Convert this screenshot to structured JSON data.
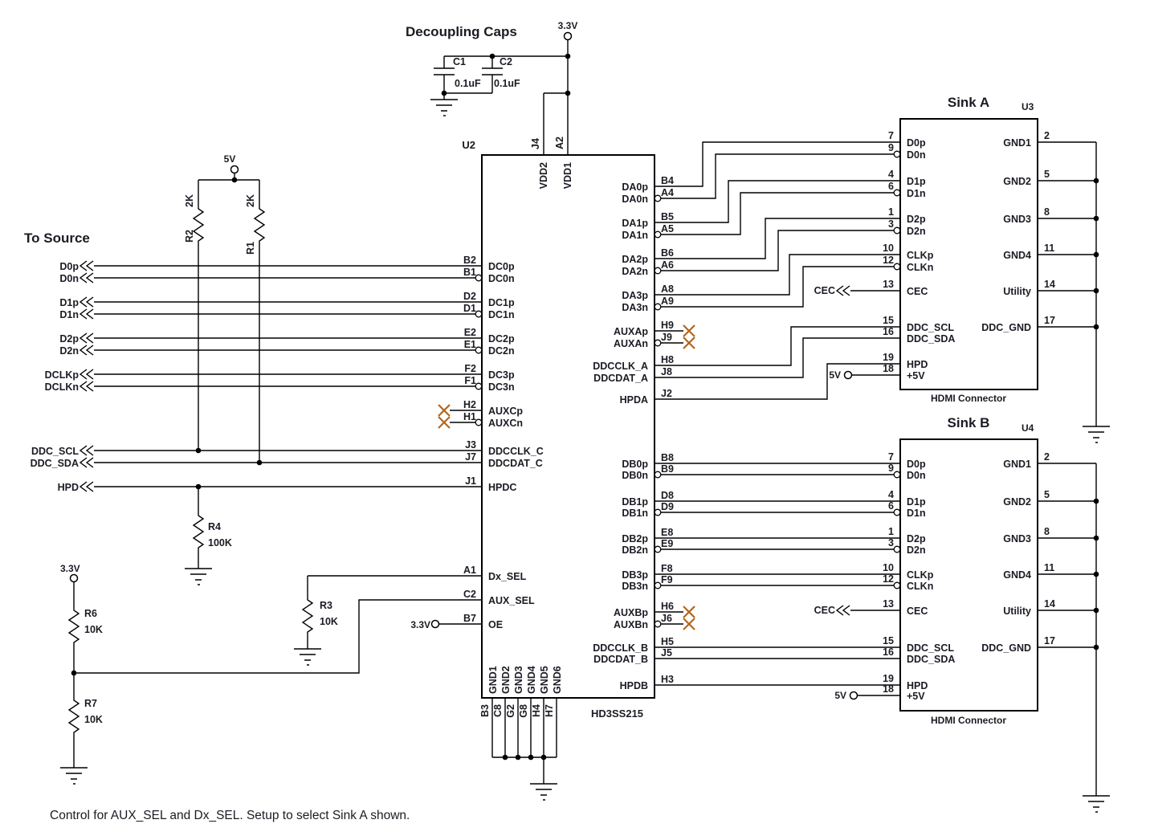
{
  "caption": "Control for AUX_SEL and Dx_SEL. Setup to select Sink A shown.",
  "decoupling": {
    "title": "Decoupling Caps",
    "supply": "3.3V",
    "c1_ref": "C1",
    "c1_value": "0.1uF",
    "c2_ref": "C2",
    "c2_value": "0.1uF"
  },
  "source": {
    "title": "To Source",
    "signals": [
      {
        "name": "D0p"
      },
      {
        "name": "D0n"
      },
      {
        "name": "D1p"
      },
      {
        "name": "D1n"
      },
      {
        "name": "D2p"
      },
      {
        "name": "D2n"
      },
      {
        "name": "DCLKp"
      },
      {
        "name": "DCLKn"
      },
      {
        "name": "DDC_SCL"
      },
      {
        "name": "DDC_SDA"
      },
      {
        "name": "HPD"
      }
    ]
  },
  "pullups": {
    "supply": "5V",
    "r2_ref": "R2",
    "r2_value": "2K",
    "r1_ref": "R1",
    "r1_value": "2K"
  },
  "r4": {
    "ref": "R4",
    "value": "100K"
  },
  "divider": {
    "supply": "3.3V",
    "r6_ref": "R6",
    "r6_value": "10K",
    "r7_ref": "R7",
    "r7_value": "10K"
  },
  "r3": {
    "ref": "R3",
    "value": "10K"
  },
  "oe_supply": "3.3V",
  "u2": {
    "ref": "U2",
    "part": "HD3SS215",
    "top_pins": [
      {
        "pin": "J4",
        "name": "VDD2"
      },
      {
        "pin": "A2",
        "name": "VDD1"
      }
    ],
    "left_pins": [
      {
        "pin": "B2",
        "name": "DC0p"
      },
      {
        "pin": "B1",
        "name": "DC0n"
      },
      {
        "pin": "D2",
        "name": "DC1p"
      },
      {
        "pin": "D1",
        "name": "DC1n"
      },
      {
        "pin": "E2",
        "name": "DC2p"
      },
      {
        "pin": "E1",
        "name": "DC2n"
      },
      {
        "pin": "F2",
        "name": "DC3p"
      },
      {
        "pin": "F1",
        "name": "DC3n"
      },
      {
        "pin": "H2",
        "name": "AUXCp"
      },
      {
        "pin": "H1",
        "name": "AUXCn"
      },
      {
        "pin": "J3",
        "name": "DDCCLK_C"
      },
      {
        "pin": "J7",
        "name": "DDCDAT_C"
      },
      {
        "pin": "J1",
        "name": "HPDC"
      },
      {
        "pin": "A1",
        "name": "Dx_SEL"
      },
      {
        "pin": "C2",
        "name": "AUX_SEL"
      },
      {
        "pin": "B7",
        "name": "OE"
      }
    ],
    "right_pins": [
      {
        "pin": "B4",
        "name": "DA0p"
      },
      {
        "pin": "A4",
        "name": "DA0n"
      },
      {
        "pin": "B5",
        "name": "DA1p"
      },
      {
        "pin": "A5",
        "name": "DA1n"
      },
      {
        "pin": "B6",
        "name": "DA2p"
      },
      {
        "pin": "A6",
        "name": "DA2n"
      },
      {
        "pin": "A8",
        "name": "DA3p"
      },
      {
        "pin": "A9",
        "name": "DA3n"
      },
      {
        "pin": "H9",
        "name": "AUXAp"
      },
      {
        "pin": "J9",
        "name": "AUXAn"
      },
      {
        "pin": "H8",
        "name": "DDCCLK_A"
      },
      {
        "pin": "J8",
        "name": "DDCDAT_A"
      },
      {
        "pin": "J2",
        "name": "HPDA"
      },
      {
        "pin": "B8",
        "name": "DB0p"
      },
      {
        "pin": "B9",
        "name": "DB0n"
      },
      {
        "pin": "D8",
        "name": "DB1p"
      },
      {
        "pin": "D9",
        "name": "DB1n"
      },
      {
        "pin": "E8",
        "name": "DB2p"
      },
      {
        "pin": "E9",
        "name": "DB2n"
      },
      {
        "pin": "F8",
        "name": "DB3p"
      },
      {
        "pin": "F9",
        "name": "DB3n"
      },
      {
        "pin": "H6",
        "name": "AUXBp"
      },
      {
        "pin": "J6",
        "name": "AUXBn"
      },
      {
        "pin": "H5",
        "name": "DDCCLK_B"
      },
      {
        "pin": "J5",
        "name": "DDCDAT_B"
      },
      {
        "pin": "H3",
        "name": "HPDB"
      }
    ],
    "bottom_pins": [
      {
        "pin": "B3",
        "name": "GND1"
      },
      {
        "pin": "C8",
        "name": "GND2"
      },
      {
        "pin": "G2",
        "name": "GND3"
      },
      {
        "pin": "G8",
        "name": "GND4"
      },
      {
        "pin": "H4",
        "name": "GND5"
      },
      {
        "pin": "H7",
        "name": "GND6"
      }
    ]
  },
  "sink_a": {
    "title": "Sink A",
    "ref": "U3",
    "subtitle": "HDMI Connector",
    "cec_label": "CEC",
    "supply_label": "5V",
    "left_pins": [
      {
        "pin": "7",
        "name": "D0p"
      },
      {
        "pin": "9",
        "name": "D0n"
      },
      {
        "pin": "4",
        "name": "D1p"
      },
      {
        "pin": "6",
        "name": "D1n"
      },
      {
        "pin": "1",
        "name": "D2p"
      },
      {
        "pin": "3",
        "name": "D2n"
      },
      {
        "pin": "10",
        "name": "CLKp"
      },
      {
        "pin": "12",
        "name": "CLKn"
      },
      {
        "pin": "13",
        "name": "CEC"
      },
      {
        "pin": "15",
        "name": "DDC_SCL"
      },
      {
        "pin": "16",
        "name": "DDC_SDA"
      },
      {
        "pin": "19",
        "name": "HPD"
      },
      {
        "pin": "18",
        "name": "+5V"
      }
    ],
    "right_pins": [
      {
        "pin": "2",
        "name": "GND1"
      },
      {
        "pin": "5",
        "name": "GND2"
      },
      {
        "pin": "8",
        "name": "GND3"
      },
      {
        "pin": "11",
        "name": "GND4"
      },
      {
        "pin": "14",
        "name": "Utility"
      },
      {
        "pin": "17",
        "name": "DDC_GND"
      }
    ]
  },
  "sink_b": {
    "title": "Sink B",
    "ref": "U4",
    "subtitle": "HDMI Connector",
    "cec_label": "CEC",
    "supply_label": "5V",
    "left_pins": [
      {
        "pin": "7",
        "name": "D0p"
      },
      {
        "pin": "9",
        "name": "D0n"
      },
      {
        "pin": "4",
        "name": "D1p"
      },
      {
        "pin": "6",
        "name": "D1n"
      },
      {
        "pin": "1",
        "name": "D2p"
      },
      {
        "pin": "3",
        "name": "D2n"
      },
      {
        "pin": "10",
        "name": "CLKp"
      },
      {
        "pin": "12",
        "name": "CLKn"
      },
      {
        "pin": "13",
        "name": "CEC"
      },
      {
        "pin": "15",
        "name": "DDC_SCL"
      },
      {
        "pin": "16",
        "name": "DDC_SDA"
      },
      {
        "pin": "19",
        "name": "HPD"
      },
      {
        "pin": "18",
        "name": "+5V"
      }
    ],
    "right_pins": [
      {
        "pin": "2",
        "name": "GND1"
      },
      {
        "pin": "5",
        "name": "GND2"
      },
      {
        "pin": "8",
        "name": "GND3"
      },
      {
        "pin": "11",
        "name": "GND4"
      },
      {
        "pin": "14",
        "name": "Utility"
      },
      {
        "pin": "17",
        "name": "DDC_GND"
      }
    ]
  }
}
